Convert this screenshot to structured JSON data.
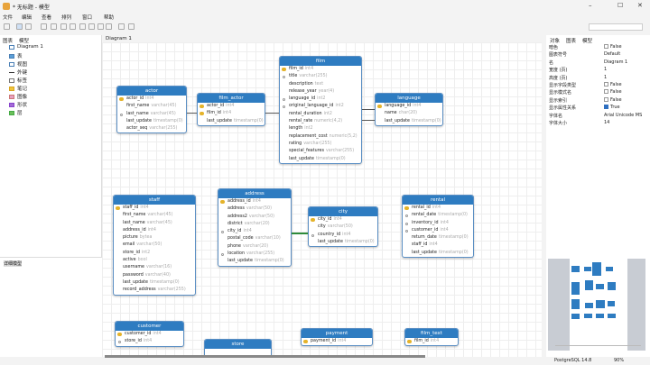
{
  "window": {
    "title": "* 无标题 - 模型"
  },
  "menu": [
    "文件",
    "编辑",
    "查看",
    "排列",
    "窗口",
    "帮助"
  ],
  "left": {
    "tabs": [
      "图表",
      "模型"
    ],
    "tree": [
      "Diagram 1",
      "表",
      "视图",
      "外键",
      "标签",
      "笔记",
      "图像",
      "形状",
      "层"
    ],
    "detail_title": "详细模型"
  },
  "canvas": {
    "tab": "Diagram 1"
  },
  "right": {
    "tabs": [
      "对象",
      "图表",
      "模型"
    ],
    "props": [
      {
        "k": "暗色",
        "v": "False",
        "cb": false
      },
      {
        "k": "图表符号",
        "v": "Default"
      },
      {
        "k": "名",
        "v": "Diagram 1"
      },
      {
        "k": "宽度 (页)",
        "v": "1"
      },
      {
        "k": "高度 (页)",
        "v": "1"
      },
      {
        "k": "显示字段类型",
        "v": "False",
        "cb": false
      },
      {
        "k": "显示模式名",
        "v": "False",
        "cb": false
      },
      {
        "k": "显示索引",
        "v": "False",
        "cb": false
      },
      {
        "k": "显示属性关系",
        "v": "True",
        "cb": true
      },
      {
        "k": "字体名",
        "v": "Arial Unicode MS"
      },
      {
        "k": "字体大小",
        "v": "14"
      }
    ]
  },
  "status": {
    "db": "PostgreSQL 14.8",
    "zoom": "90%"
  },
  "colors": {
    "header": "#2e7cc1",
    "key": "#e5b32a"
  },
  "tables": [
    {
      "name": "actor",
      "cols": [
        [
          "actor_id",
          "int4",
          "pk"
        ],
        [
          "first_name",
          "varchar(45)",
          ""
        ],
        [
          "last_name",
          "varchar(45)",
          "fk"
        ],
        [
          "last_update",
          "timestamp(0)",
          ""
        ],
        [
          "actor_seq",
          "varchar(255)",
          ""
        ]
      ]
    },
    {
      "name": "film_actor",
      "cols": [
        [
          "actor_id",
          "int4",
          "pk"
        ],
        [
          "film_id",
          "int4",
          "pk"
        ],
        [
          "last_update",
          "timestamp(0)",
          ""
        ]
      ]
    },
    {
      "name": "film",
      "cols": [
        [
          "film_id",
          "int4",
          "pk"
        ],
        [
          "title",
          "varchar(255)",
          "fk"
        ],
        [
          "description",
          "text",
          ""
        ],
        [
          "release_year",
          "year(4)",
          ""
        ],
        [
          "language_id",
          "int2",
          "fk"
        ],
        [
          "original_language_id",
          "int2",
          "fk"
        ],
        [
          "rental_duration",
          "int2",
          ""
        ],
        [
          "rental_rate",
          "numeric(4,2)",
          ""
        ],
        [
          "length",
          "int2",
          ""
        ],
        [
          "replacement_cost",
          "numeric(5,2)",
          ""
        ],
        [
          "rating",
          "varchar(255)",
          ""
        ],
        [
          "special_features",
          "varchar(255)",
          ""
        ],
        [
          "last_update",
          "timestamp(0)",
          ""
        ]
      ]
    },
    {
      "name": "language",
      "cols": [
        [
          "language_id",
          "int4",
          "pk"
        ],
        [
          "name",
          "char(20)",
          ""
        ],
        [
          "last_update",
          "timestamp(0)",
          ""
        ]
      ]
    },
    {
      "name": "staff",
      "cols": [
        [
          "staff_id",
          "int4",
          "pk"
        ],
        [
          "first_name",
          "varchar(45)",
          ""
        ],
        [
          "last_name",
          "varchar(45)",
          ""
        ],
        [
          "address_id",
          "int4",
          ""
        ],
        [
          "picture",
          "bytea",
          ""
        ],
        [
          "email",
          "varchar(50)",
          ""
        ],
        [
          "store_id",
          "int2",
          ""
        ],
        [
          "active",
          "bool",
          ""
        ],
        [
          "username",
          "varchar(16)",
          ""
        ],
        [
          "password",
          "varchar(40)",
          ""
        ],
        [
          "last_update",
          "timestamp(0)",
          ""
        ],
        [
          "record_address",
          "varchar(255)",
          ""
        ]
      ]
    },
    {
      "name": "address",
      "cols": [
        [
          "address_id",
          "int4",
          "pk"
        ],
        [
          "address",
          "varchar(50)",
          ""
        ],
        [
          "address2",
          "varchar(50)",
          ""
        ],
        [
          "district",
          "varchar(20)",
          ""
        ],
        [
          "city_id",
          "int4",
          "fk"
        ],
        [
          "postal_code",
          "varchar(10)",
          ""
        ],
        [
          "phone",
          "varchar(20)",
          ""
        ],
        [
          "location",
          "varchar(255)",
          "fk"
        ],
        [
          "last_update",
          "timestamp(0)",
          ""
        ]
      ]
    },
    {
      "name": "city",
      "cols": [
        [
          "city_id",
          "int4",
          "pk"
        ],
        [
          "city",
          "varchar(50)",
          ""
        ],
        [
          "country_id",
          "int4",
          "fk"
        ],
        [
          "last_update",
          "timestamp(0)",
          ""
        ]
      ]
    },
    {
      "name": "rental",
      "cols": [
        [
          "rental_id",
          "int4",
          "pk"
        ],
        [
          "rental_date",
          "timestamp(0)",
          "fk"
        ],
        [
          "inventory_id",
          "int4",
          "fk"
        ],
        [
          "customer_id",
          "int4",
          "fk"
        ],
        [
          "return_date",
          "timestamp(0)",
          ""
        ],
        [
          "staff_id",
          "int4",
          ""
        ],
        [
          "last_update",
          "timestamp(0)",
          ""
        ]
      ]
    },
    {
      "name": "customer",
      "cols": [
        [
          "customer_id",
          "int4",
          "pk"
        ],
        [
          "store_id",
          "int4",
          "fk"
        ]
      ]
    },
    {
      "name": "store",
      "cols": []
    },
    {
      "name": "payment",
      "cols": [
        [
          "payment_id",
          "int4",
          "pk"
        ]
      ]
    },
    {
      "name": "film_text",
      "cols": [
        [
          "film_id",
          "int4",
          "pk"
        ]
      ]
    }
  ]
}
